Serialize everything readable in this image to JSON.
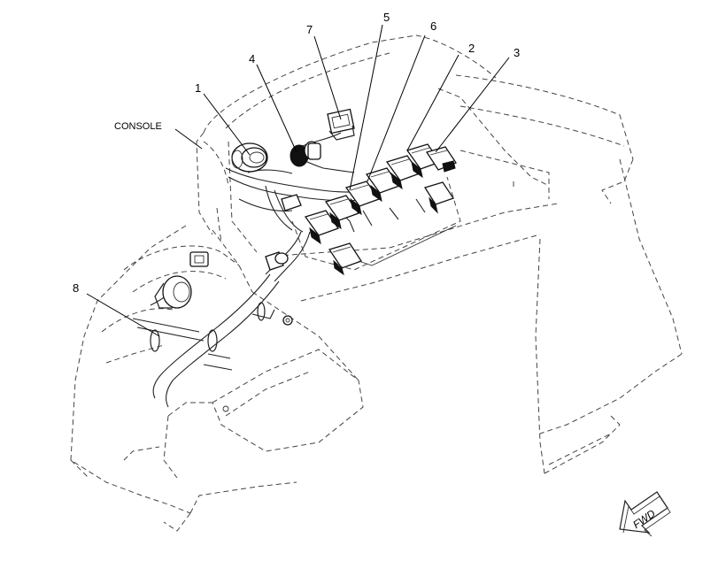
{
  "labels": {
    "console": "CONSOLE",
    "fwd": "FWD",
    "callouts": [
      "1",
      "2",
      "3",
      "4",
      "5",
      "6",
      "7",
      "8"
    ]
  }
}
